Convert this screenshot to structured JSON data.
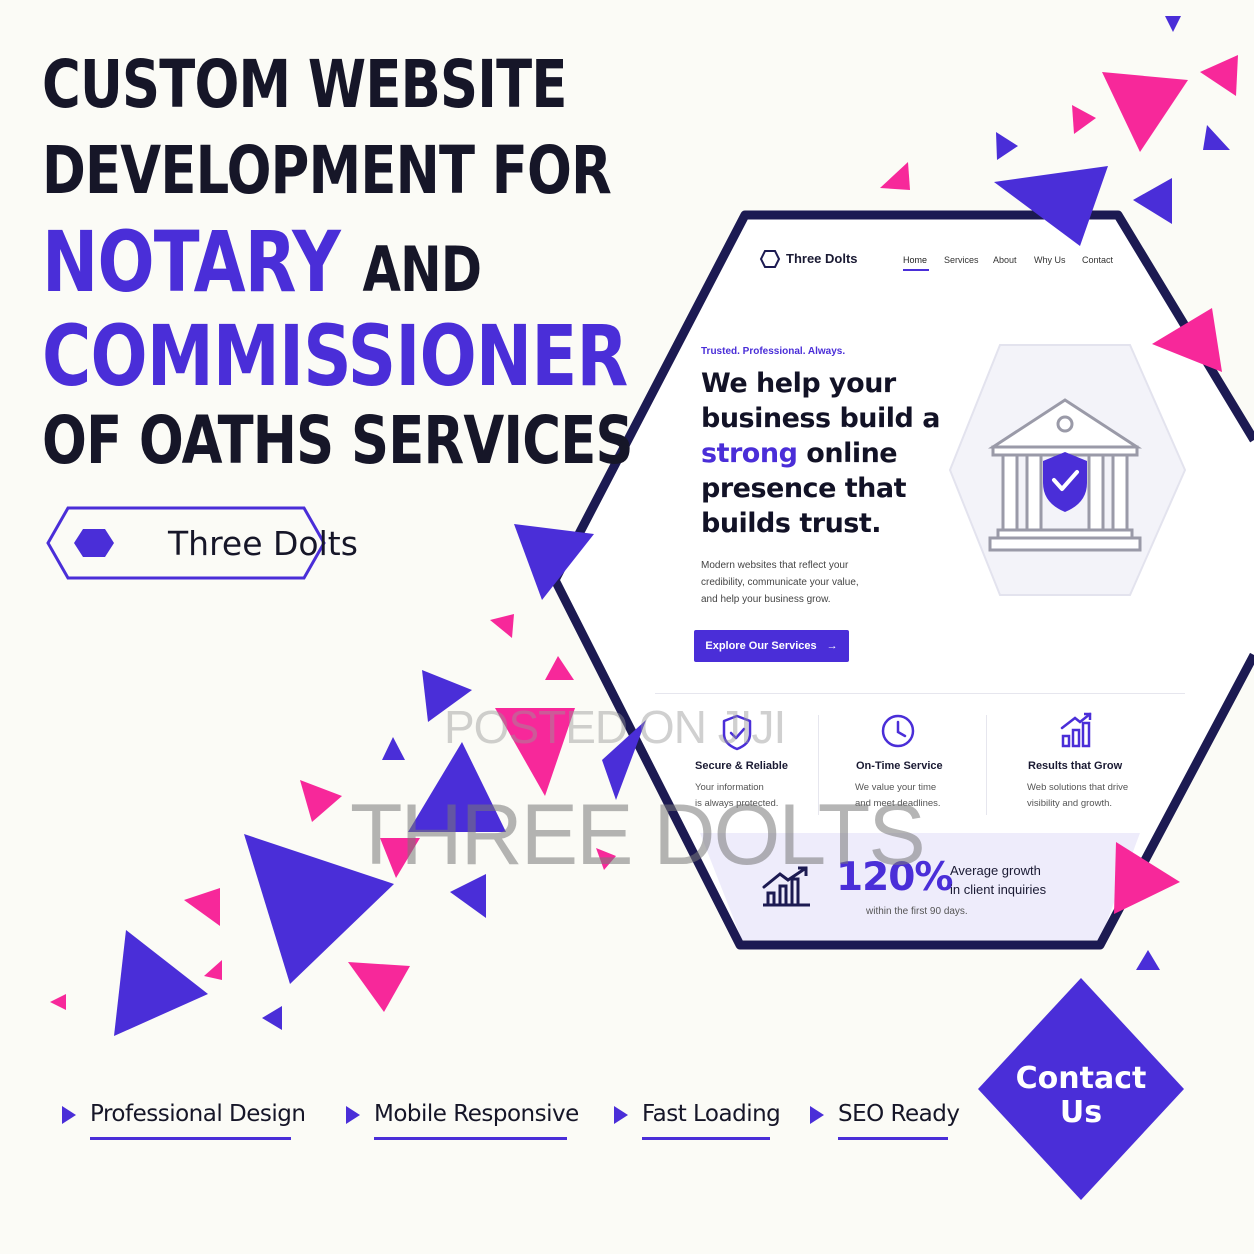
{
  "headline": {
    "line1": "CUSTOM WEBSITE",
    "line2": "DEVELOPMENT FOR",
    "line3_accent": "NOTARY",
    "line3_rest": "AND",
    "line4": "COMMISSIONER",
    "line5": "OF OATHS SERVICES"
  },
  "brand_badge": {
    "label": "Three Dolts"
  },
  "mockup": {
    "brand": "Three Dolts",
    "nav": [
      "Home",
      "Services",
      "About",
      "Why Us",
      "Contact"
    ],
    "eyebrow": "Trusted. Professional. Always.",
    "hero": {
      "line1": "We help your",
      "line2": "business build a",
      "line3_accent": "strong",
      "line3_rest": " online",
      "line4": "presence that",
      "line5": "builds trust."
    },
    "subtext": [
      "Modern websites that reflect your",
      "credibility, communicate your value,",
      "and help your business grow."
    ],
    "cta_label": "Explore Our Services",
    "features": [
      {
        "title": "Secure & Reliable",
        "desc": [
          "Your information",
          "is always protected."
        ],
        "icon": "shield-check-icon"
      },
      {
        "title": "On-Time Service",
        "desc": [
          "We value your time",
          "and meet deadlines."
        ],
        "icon": "clock-icon"
      },
      {
        "title": "Results that Grow",
        "desc": [
          "Web solutions that drive",
          "visibility and growth."
        ],
        "icon": "bar-chart-icon"
      }
    ],
    "stat": {
      "value": "120%",
      "label_line1": "Average growth",
      "label_line2": "in client inquiries",
      "note": "within the first 90 days."
    }
  },
  "watermark": {
    "line1": "POSTED ON JIJI",
    "line2": "THREE DOLTS"
  },
  "bottom_features": [
    "Professional Design",
    "Mobile Responsive",
    "Fast Loading",
    "SEO Ready"
  ],
  "contact_label": {
    "line1": "Contact",
    "line2": "Us"
  },
  "colors": {
    "accent": "#4a2ed8",
    "pink": "#f7289a",
    "dark": "#161628",
    "background": "#fbfbf6"
  }
}
